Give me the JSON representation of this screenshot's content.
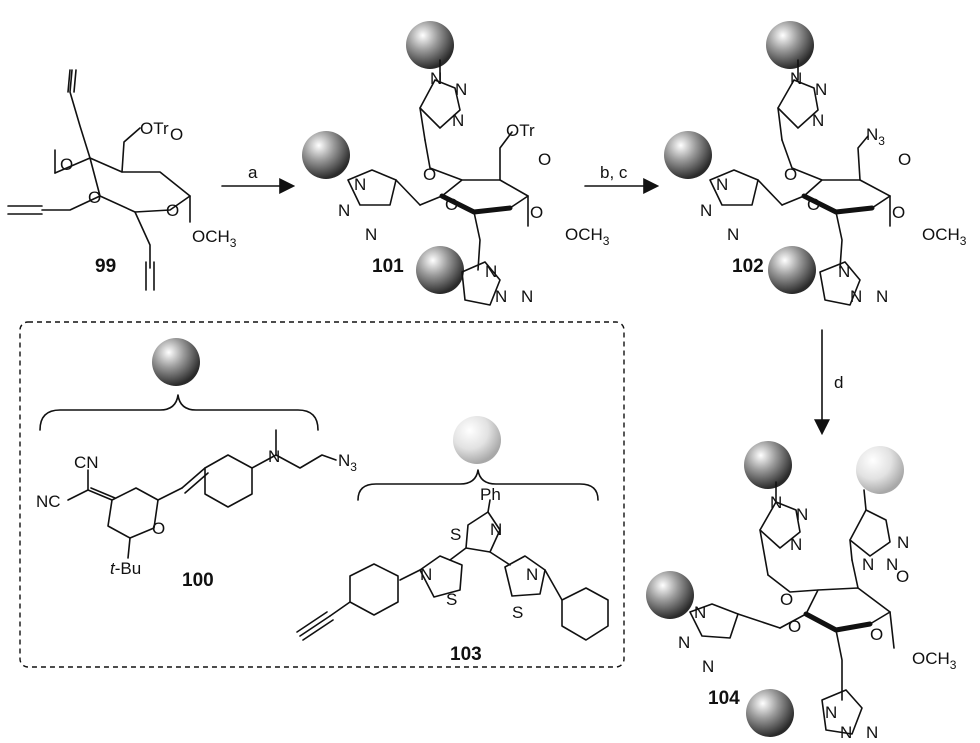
{
  "compounds": {
    "c99": "99",
    "c100": "100",
    "c101": "101",
    "c102": "102",
    "c103": "103",
    "c104": "104"
  },
  "arrows": {
    "a": "a",
    "bc": "b, c",
    "d": "d"
  },
  "atoms": {
    "OTr": "OTr",
    "O": "O",
    "OCH": "OCH",
    "sub3": "3",
    "N": "N",
    "N3": "N",
    "NC": "NC",
    "CN": "CN",
    "tBu_t": "t",
    "tBu_rest": "-Bu",
    "Ph": "Ph",
    "S": "S"
  },
  "colors": {
    "dye_sphere": "#555555",
    "fluor_sphere": "#d0d0d0",
    "ink": "#111111"
  }
}
